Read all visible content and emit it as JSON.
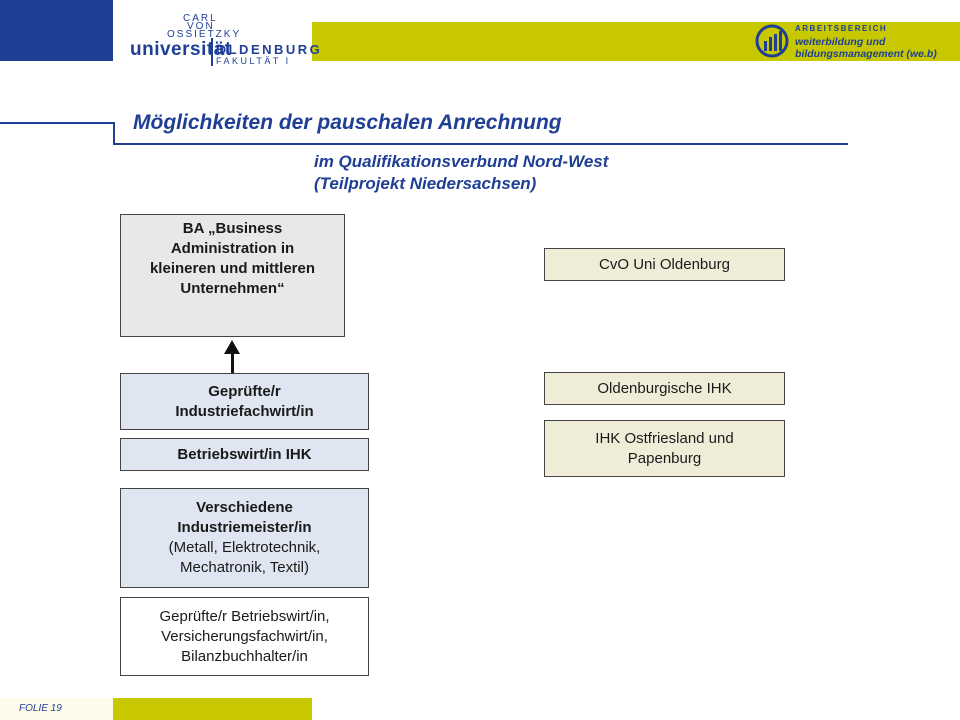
{
  "header": {
    "uni_logo": {
      "carl": "CARL",
      "von": "VON",
      "ossietzky": "OSSIETZKY",
      "universitaet": "universität",
      "oldenburg": "OLDENBURG",
      "fakultaet": "FAKULTÄT I"
    },
    "wb_logo": {
      "line1": "ARBEITSBEREICH",
      "line2": "weiterbildung und",
      "line3": "bildungsmanagement (we.b)"
    },
    "colors": {
      "blue": "#1f3f95",
      "yellow": "#c8c800"
    }
  },
  "slide": {
    "title": "Möglichkeiten der pauschalen Anrechnung",
    "subtitle_line1": "im Qualifikationsverbund Nord-West",
    "subtitle_line2": "(Teilprojekt Niedersachsen)"
  },
  "left_boxes": {
    "ba": [
      "BA „Business",
      "Administration in",
      "kleineren und mittleren",
      "Unternehmen“"
    ],
    "industriefachwirt": [
      "Geprüfte/r",
      "Industriefachwirt/in"
    ],
    "betriebswirt_ihk": "Betriebswirt/in IHK",
    "meister_title": [
      "Verschiedene",
      "Industriemeister/in"
    ],
    "meister_detail": [
      "(Metall, Elektrotechnik,",
      "Mechatronik, Textil)"
    ],
    "gepruefte": [
      "Geprüfte/r Betriebswirt/in,",
      "Versicherungsfachwirt/in,",
      "Bilanzbuchhalter/in"
    ]
  },
  "right_boxes": {
    "cvo": "CvO Uni Oldenburg",
    "oldenburgische_ihk": "Oldenburgische IHK",
    "ihk_ostfriesland": [
      "IHK Ostfriesland und",
      "Papenburg"
    ]
  },
  "footer": {
    "label": "FOLIE 19"
  }
}
